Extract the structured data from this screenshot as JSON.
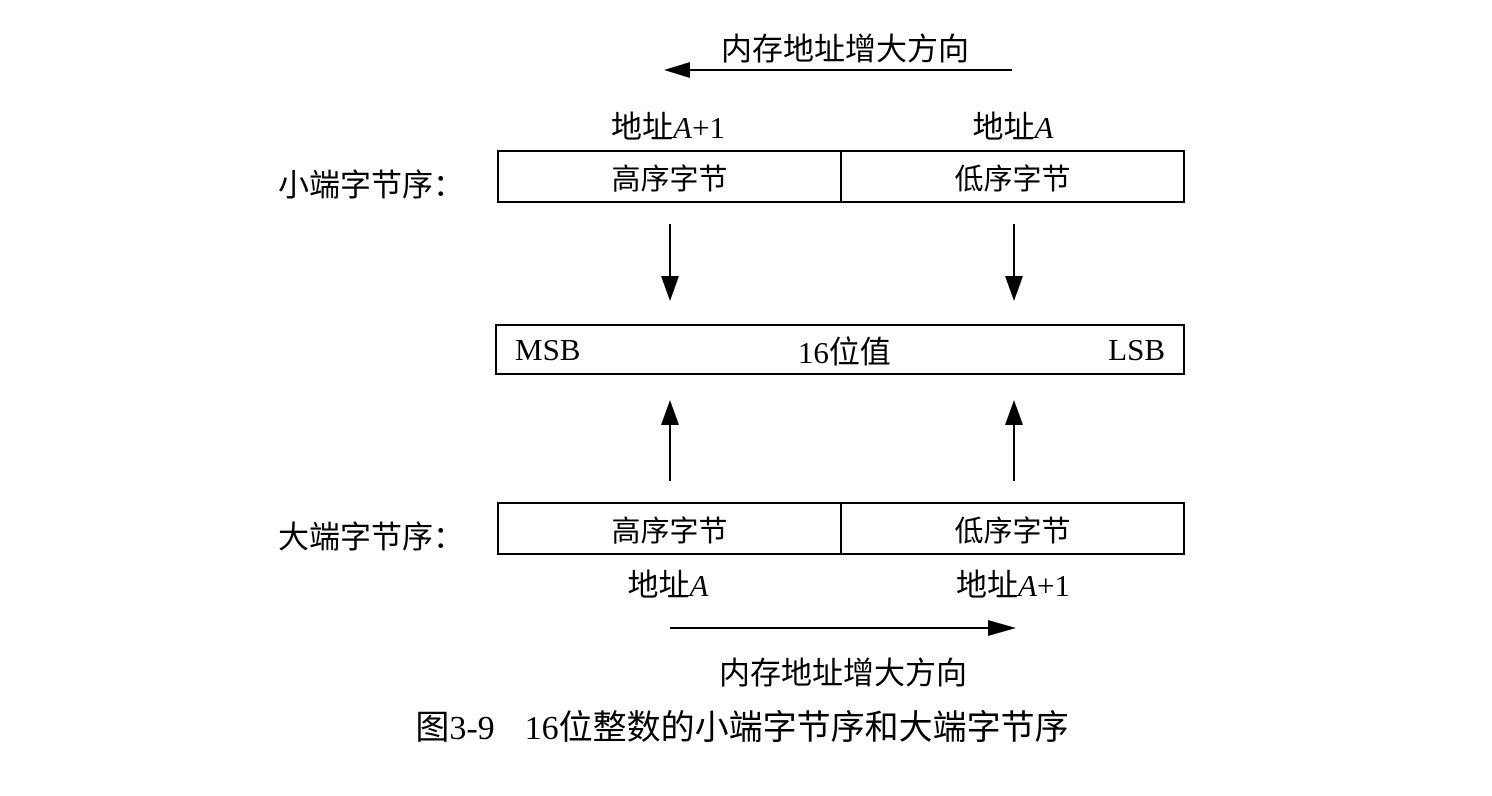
{
  "colors": {
    "background": "#ffffff",
    "ink": "#000000"
  },
  "memory_direction": {
    "top_label": "内存地址增大方向",
    "bottom_label": "内存地址增大方向"
  },
  "little_endian_row": {
    "label": "小端字节序：",
    "address_left": {
      "prefix": "地址",
      "variable": "A",
      "suffix": "+1"
    },
    "address_right": {
      "prefix": "地址",
      "variable": "A",
      "suffix": ""
    },
    "high_byte_cell": "高序字节",
    "low_byte_cell": "低序字节"
  },
  "value_box": {
    "msb": "MSB",
    "center": "16位值",
    "lsb": "LSB"
  },
  "big_endian_row": {
    "label": "大端字节序：",
    "high_byte_cell": "高序字节",
    "low_byte_cell": "低序字节",
    "address_left": {
      "prefix": "地址",
      "variable": "A",
      "suffix": ""
    },
    "address_right": {
      "prefix": "地址",
      "variable": "A",
      "suffix": "+1"
    }
  },
  "caption": {
    "figure_number": "图3-9",
    "title": "16位整数的小端字节序和大端字节序"
  }
}
